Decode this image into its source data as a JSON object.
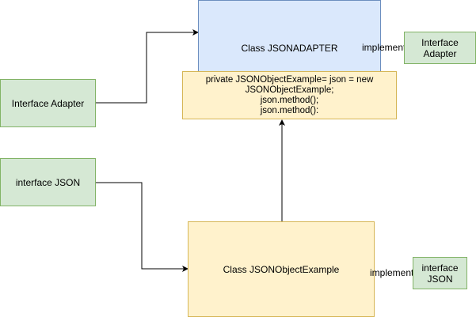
{
  "nodes": {
    "interface_adapter": {
      "label": "Interface Adapter"
    },
    "interface_json": {
      "label": "interface JSON"
    },
    "class_jsonadapter": {
      "label": "Class JSONADAPTER"
    },
    "class_json_object_example": {
      "label": "Class JSONObjectExample"
    },
    "interface_adapter_tag": {
      "label": "Interface Adapter"
    },
    "interface_json_tag": {
      "label": "interface JSON"
    },
    "adapter_code": {
      "lines": [
        "private JSONObjectExample= json = new",
        "JSONObjectExample;",
        "json.method();",
        "json.method():"
      ]
    }
  },
  "labels": {
    "implements_top": "implements",
    "implements_bottom": "implements"
  },
  "colors": {
    "green_fill": "#d5e8d4",
    "green_stroke": "#82b366",
    "blue_fill": "#dae8fc",
    "blue_stroke": "#6c8ebf",
    "yellow_fill": "#fff2cc",
    "yellow_stroke": "#d6b656"
  }
}
